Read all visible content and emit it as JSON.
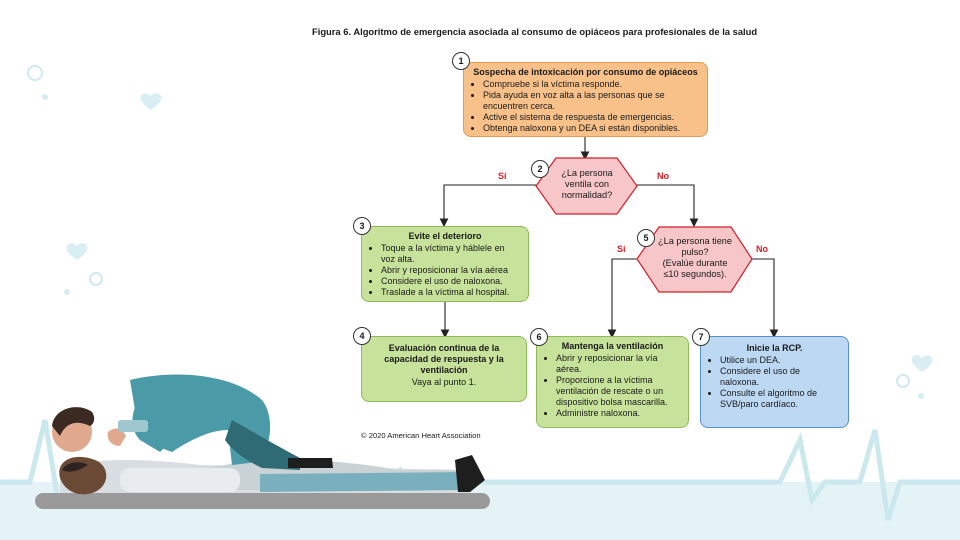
{
  "figure_title": "Figura 6.  Algoritmo de emergencia asociada al consumo de opiáceos para profesionales de la salud",
  "steps": {
    "s1": {
      "num": "1",
      "title": "Sospecha de intoxicación por consumo de opiáceos",
      "items": [
        "Compruebe si la víctima responde.",
        "Pida ayuda en voz alta a las personas que se encuentren cerca.",
        "Active el sistema de respuesta de emergencias.",
        "Obtenga naloxona y un DEA si están disponibles."
      ]
    },
    "s2": {
      "num": "2",
      "text": "¿La persona ventila con normalidad?"
    },
    "s3": {
      "num": "3",
      "title": "Evite el deterioro",
      "items": [
        "Toque a la víctima y háblele en voz alta.",
        "Abrir y reposicionar la vía aérea",
        "Considere el uso de naloxona.",
        "Traslade a la víctima al hospital."
      ]
    },
    "s4": {
      "num": "4",
      "title": "Evaluación continua de la capacidad de respuesta y la ventilación",
      "body": "Vaya al punto 1."
    },
    "s5": {
      "num": "5",
      "text": "¿La persona tiene pulso?",
      "subtext": "(Evalúe durante ≤10 segundos)."
    },
    "s6": {
      "num": "6",
      "title": "Mantenga la ventilación",
      "items": [
        "Abrir y reposicionar la vía aérea.",
        "Proporcione a la víctima ventilación de rescate o un dispositivo bolsa mascarilla.",
        "Administre naloxona."
      ]
    },
    "s7": {
      "num": "7",
      "title": "Inicie la RCP.",
      "items": [
        "Utilice un DEA.",
        "Considere el uso de naloxona.",
        "Consulte el algoritmo de SVB/paro cardíaco."
      ]
    }
  },
  "branch_labels": {
    "yes": "Sí",
    "no": "No"
  },
  "copyright": "© 2020 American Heart Association",
  "colors": {
    "orange": "#f8c18a",
    "green": "#c7e29a",
    "blue": "#bcd8f2",
    "diamond": "#f6c6c8",
    "diamond_border": "#d0202a",
    "label_red": "#d0202a",
    "bg_accent": "#dff1f4"
  },
  "icons": [
    "heart-icon",
    "bubble-icon",
    "pulse-line-icon",
    "cpr-rescuer-illustration"
  ]
}
